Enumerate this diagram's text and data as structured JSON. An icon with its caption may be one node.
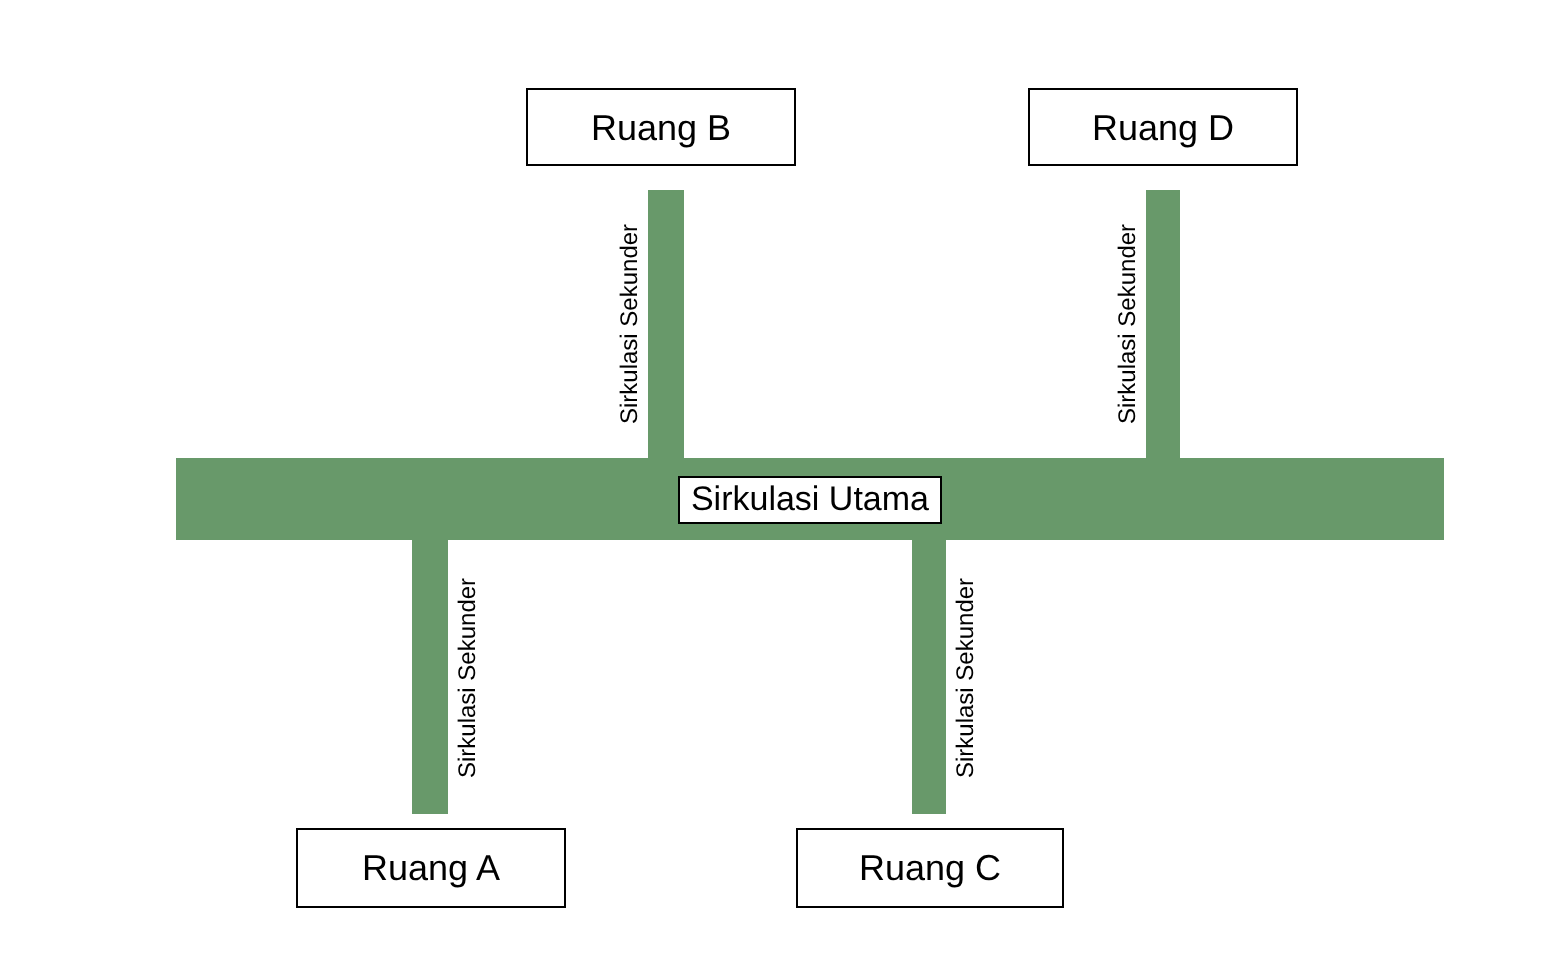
{
  "diagram": {
    "nodes": [
      {
        "text": [
          "Ruang B"
        ]
      },
      {
        "text": [
          "Ruang D"
        ]
      },
      {
        "text": [],
        "shape": "bar",
        "beside": [
          "Sirkulasi Sekunder"
        ]
      },
      {
        "text": [],
        "shape": "bar",
        "beside": [
          "Sirkulasi Sekunder"
        ]
      },
      {
        "text": [
          "Sirkulasi Utama"
        ]
      },
      {
        "text": [],
        "shape": "bar",
        "beside": [
          "Sirkulasi Sekunder"
        ]
      },
      {
        "text": [],
        "shape": "bar",
        "beside": [
          "Sirkulasi Sekunder"
        ]
      },
      {
        "text": [
          "Ruang A"
        ]
      },
      {
        "text": [
          "Ruang C"
        ]
      }
    ]
  }
}
